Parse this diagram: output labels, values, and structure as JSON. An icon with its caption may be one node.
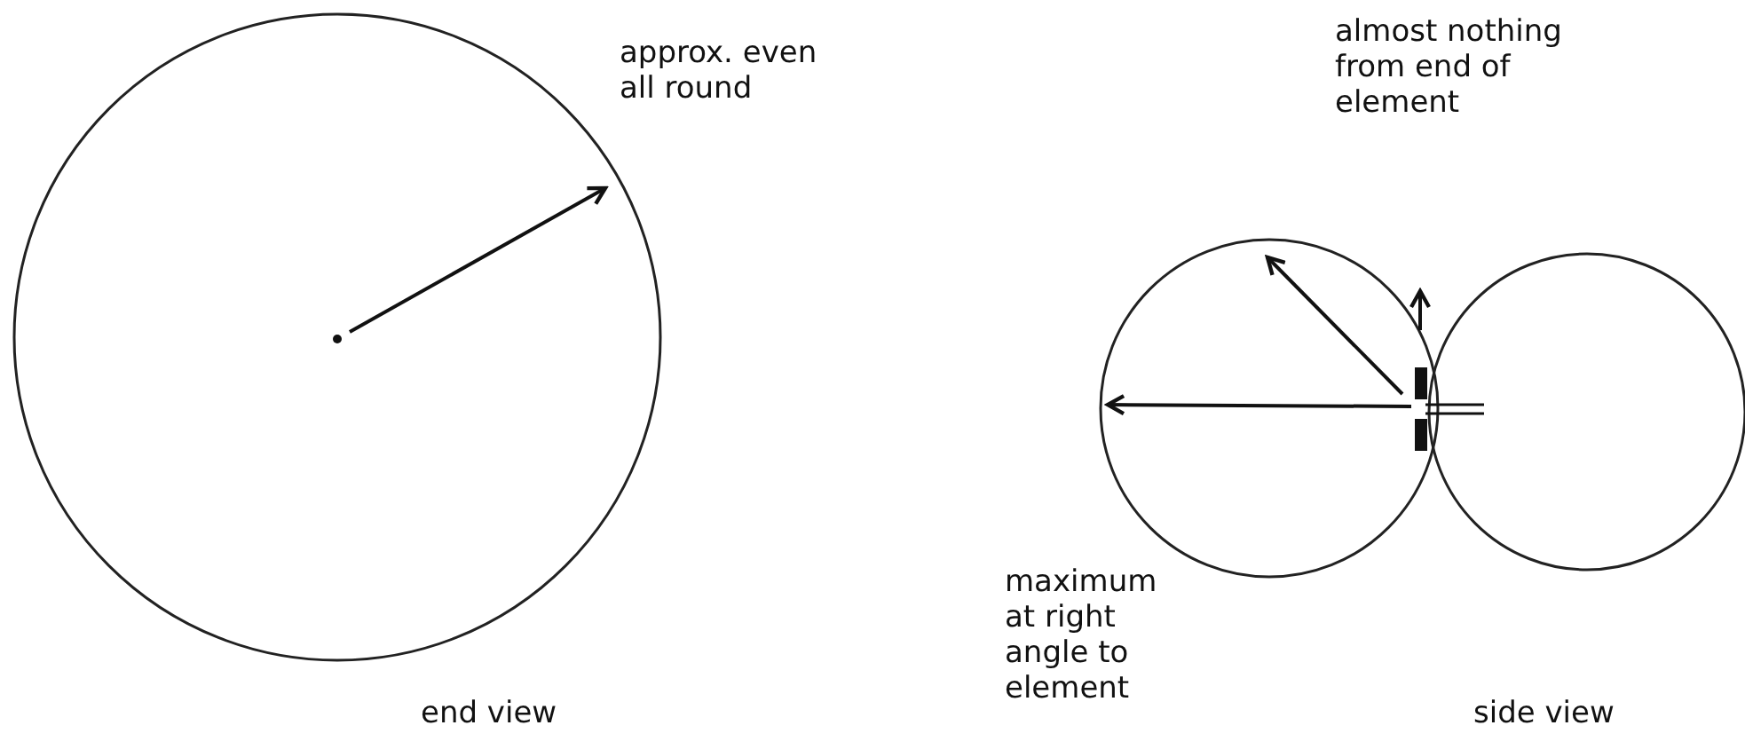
{
  "diagram": {
    "labels": [
      "almost nothing from end of element",
      "approx. even all round",
      "maximum at right angle to element",
      "end view",
      "side view"
    ]
  }
}
